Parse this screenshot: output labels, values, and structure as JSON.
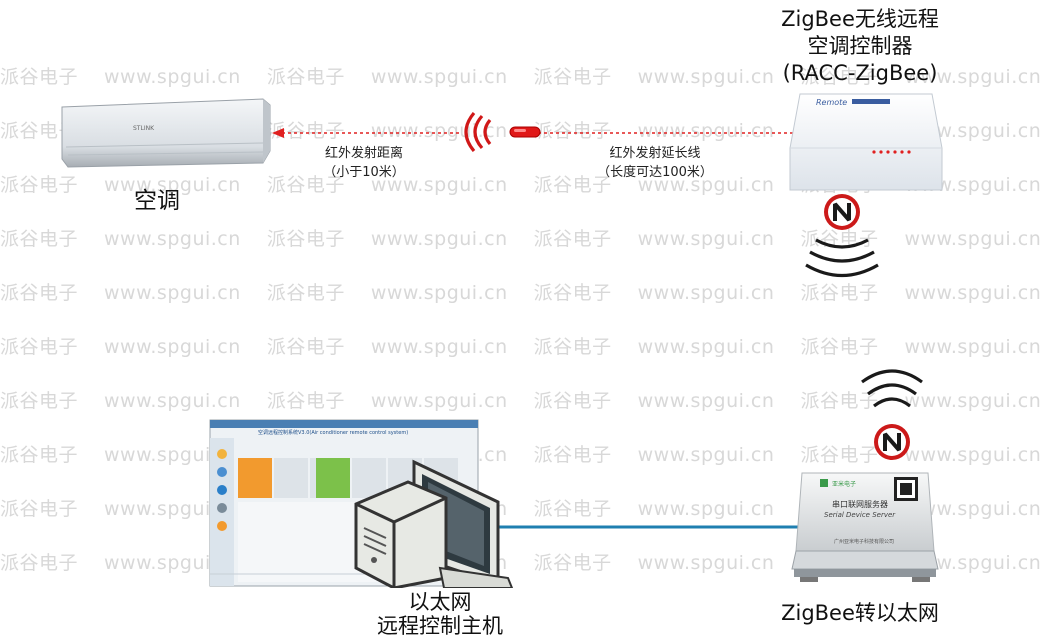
{
  "watermark": {
    "brand": "派谷电子",
    "site": "www.spgui.cn"
  },
  "air_conditioner": {
    "label": "空调",
    "brand_text": "STLINK"
  },
  "ir_range": {
    "line1": "红外发射距离",
    "line2": "（小于10米）"
  },
  "ir_extension": {
    "line1": "红外发射延长线",
    "line2": "（长度可达100米）"
  },
  "zigbee_controller": {
    "line1": "ZigBee无线远程",
    "line2": "空调控制器",
    "line3": "(RACC-ZigBee)",
    "device_text": "Remote"
  },
  "serial_server": {
    "label": "ZigBee转以太网",
    "brand_text": "亚米电子",
    "title_text": "串口联网服务器",
    "subtitle_text": "Serial Device Server",
    "footer_text": "广州亚米电子科技有限公司"
  },
  "pc": {
    "line1": "以太网",
    "line2": "远程控制主机",
    "software_title": "空调远程控制系统V3.0(Air conditioner remote control system)"
  },
  "colors": {
    "ir_line": "#e02020",
    "ethernet_line": "#1f7fb0",
    "accent_orange": "#f29a2e",
    "accent_green": "#7cc14a"
  }
}
